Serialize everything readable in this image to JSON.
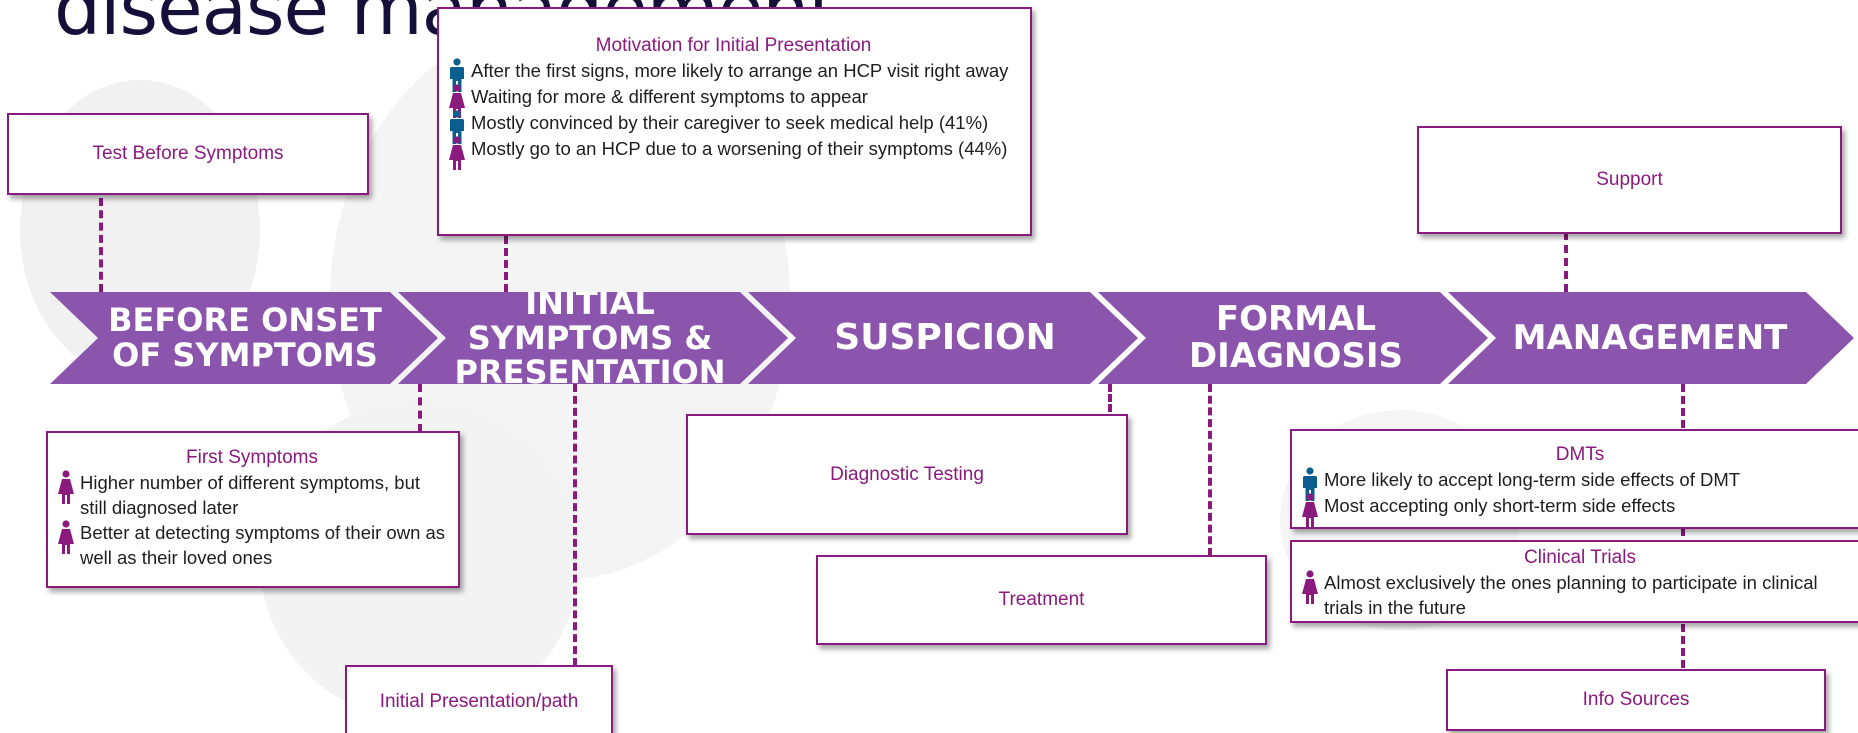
{
  "title": "disease management",
  "colors": {
    "arrow": "#8b55ae",
    "accent": "#8b1a7f",
    "male": "#0a5f8f",
    "female": "#8b1a7f"
  },
  "stages": [
    {
      "lines": [
        "BEFORE ONSET",
        "OF SYMPTOMS"
      ]
    },
    {
      "lines": [
        "INITIAL",
        "SYMPTOMS &",
        "PRESENTATION"
      ]
    },
    {
      "lines": [
        "SUSPICION"
      ]
    },
    {
      "lines": [
        "FORMAL",
        "DIAGNOSIS"
      ]
    },
    {
      "lines": [
        "MANAGEMENT"
      ]
    }
  ],
  "boxes": {
    "test_before": {
      "title": "Test Before Symptoms"
    },
    "motivation": {
      "title": "Motivation for Initial Presentation",
      "items": [
        {
          "icon": "male-person-icon",
          "text": "After the first signs, more likely to arrange an HCP visit right away"
        },
        {
          "icon": "female-person-icon",
          "text": "Waiting for more & different symptoms to appear"
        },
        {
          "icon": "male-person-icon",
          "text": "Mostly convinced by their caregiver to seek medical help (41%)"
        },
        {
          "icon": "female-person-icon",
          "text": "Mostly go to an HCP due to a worsening of their symptoms (44%)"
        }
      ]
    },
    "support": {
      "title": "Support"
    },
    "first_symptoms": {
      "title": "First Symptoms",
      "items": [
        {
          "icon": "female-person-icon",
          "text": "Higher number of different symptoms, but still diagnosed later"
        },
        {
          "icon": "female-person-icon",
          "text": "Better at detecting symptoms of their own as well as their loved ones"
        }
      ]
    },
    "diagnostic_testing": {
      "title": "Diagnostic Testing"
    },
    "treatment": {
      "title": "Treatment"
    },
    "initial_path": {
      "title": "Initial Presentation/path"
    },
    "dmts": {
      "title": "DMTs",
      "items": [
        {
          "icon": "male-person-icon",
          "text": "More likely to accept long-term side effects of DMT"
        },
        {
          "icon": "female-person-icon",
          "text": "Most accepting only short-term side effects"
        }
      ]
    },
    "clinical_trials": {
      "title": "Clinical Trials",
      "items": [
        {
          "icon": "female-person-icon",
          "text": "Almost exclusively the ones planning to participate in clinical trials in the future"
        }
      ]
    },
    "info_sources": {
      "title": "Info Sources"
    }
  }
}
